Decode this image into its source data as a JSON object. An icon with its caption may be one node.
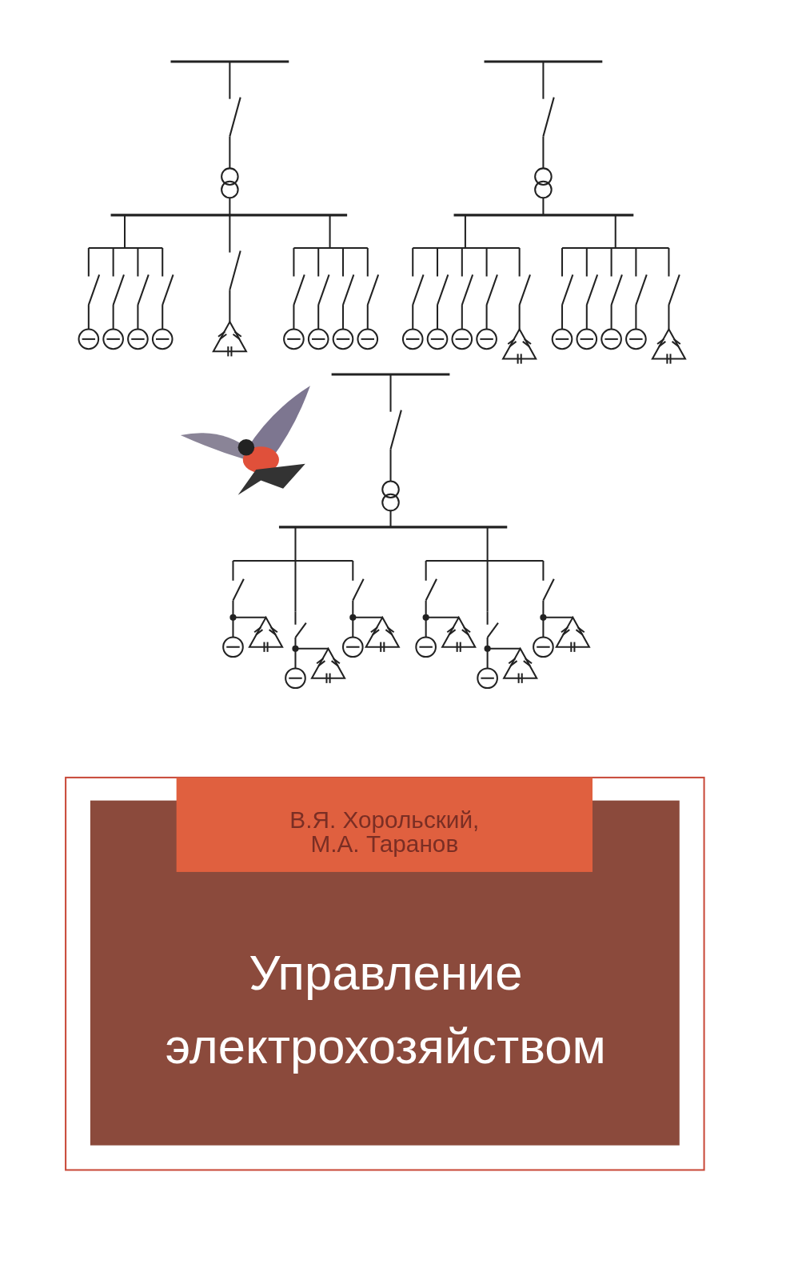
{
  "diagram": {
    "title": "Управление электрохозяйством",
    "labels": [
      "В.Я. Хорольский,",
      "М.А. Таранов"
    ]
  }
}
